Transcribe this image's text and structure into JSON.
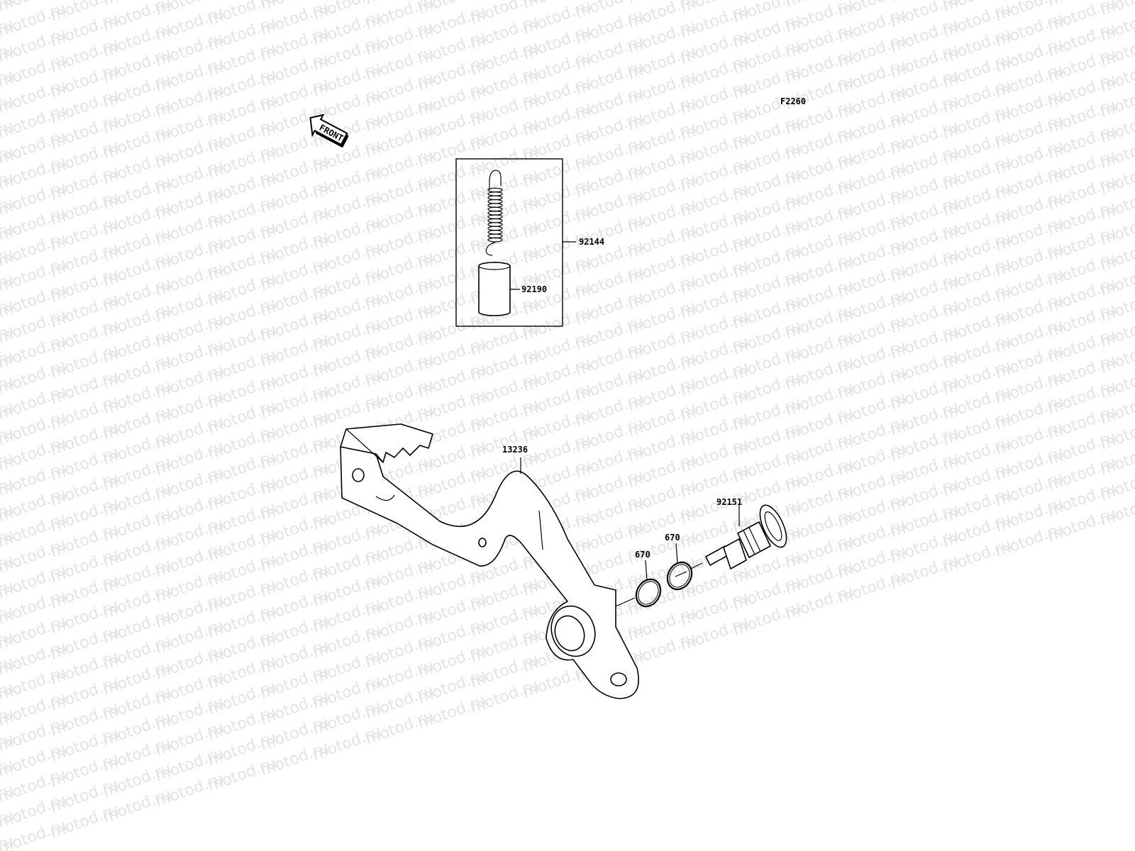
{
  "diagram_code": "F2260",
  "watermark": "motod.ru",
  "front_label": "FRONT",
  "parts": {
    "kit": "92144",
    "collar": "92190",
    "pedal": "13236",
    "oring_a": "670",
    "oring_b": "670",
    "pivot_bolt": "92151"
  }
}
